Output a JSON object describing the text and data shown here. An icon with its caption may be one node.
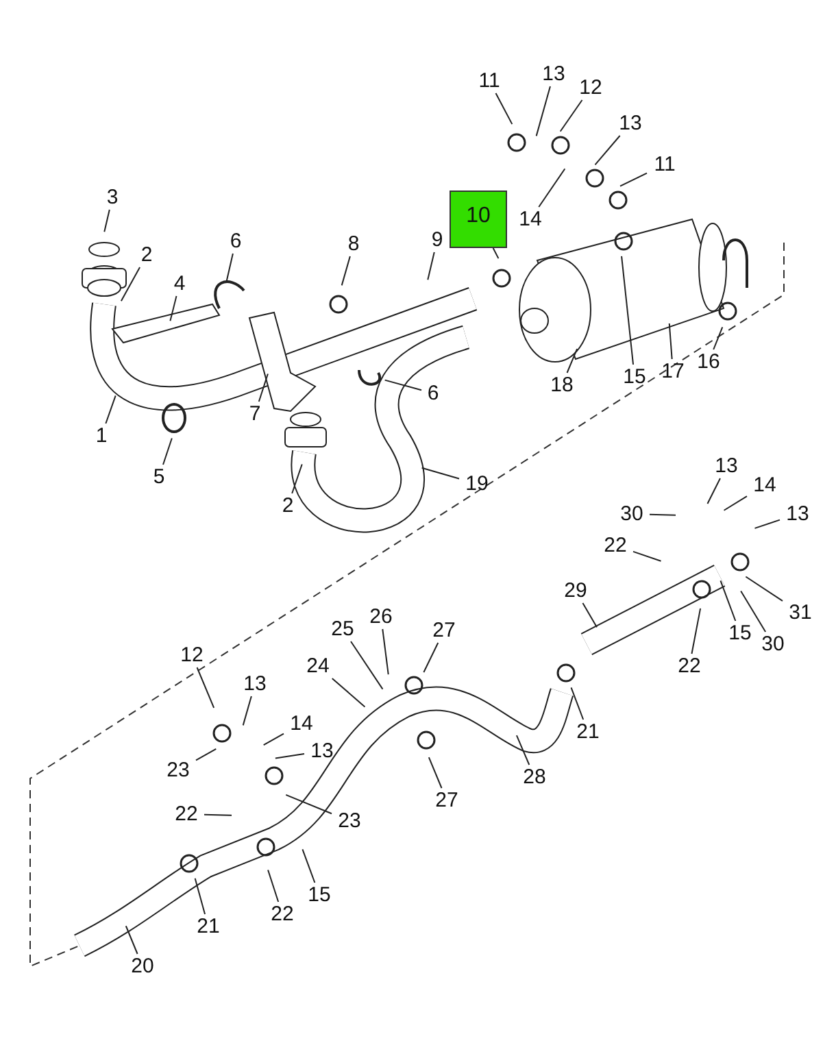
{
  "diagram": {
    "nodes": [
      {
        "text": [
          "11"
        ]
      },
      {
        "text": [
          "13"
        ]
      },
      {
        "text": [
          "12"
        ]
      },
      {
        "text": [
          "13"
        ]
      },
      {
        "text": [
          "11"
        ]
      },
      {
        "text": [
          "10"
        ]
      },
      {
        "text": [
          "14"
        ]
      },
      {
        "text": [
          "3"
        ]
      },
      {
        "text": [
          "9"
        ]
      },
      {
        "text": [
          "6"
        ]
      },
      {
        "text": [
          "8"
        ]
      },
      {
        "text": [
          "2"
        ]
      },
      {
        "text": [
          "4"
        ]
      },
      {
        "text": [
          "16"
        ]
      },
      {
        "text": [
          "17"
        ]
      },
      {
        "text": [
          "15"
        ]
      },
      {
        "text": [
          "18"
        ]
      },
      {
        "text": [
          "6"
        ]
      },
      {
        "text": [
          "7"
        ]
      },
      {
        "text": [
          "1"
        ]
      },
      {
        "text": [
          "5"
        ]
      },
      {
        "text": [
          "19"
        ]
      },
      {
        "text": [
          "2"
        ]
      },
      {
        "text": [
          "13"
        ]
      },
      {
        "text": [
          "14"
        ]
      },
      {
        "text": [
          "30"
        ]
      },
      {
        "text": [
          "13"
        ]
      },
      {
        "text": [
          "22"
        ]
      },
      {
        "text": [
          "29"
        ]
      },
      {
        "text": [
          "31"
        ]
      },
      {
        "text": [
          "15"
        ]
      },
      {
        "text": [
          "27"
        ]
      },
      {
        "text": [
          "26"
        ]
      },
      {
        "text": [
          "25"
        ]
      },
      {
        "text": [
          "30"
        ]
      },
      {
        "text": [
          "12"
        ]
      },
      {
        "text": [
          "22"
        ]
      },
      {
        "text": [
          "24"
        ]
      },
      {
        "text": [
          "13"
        ]
      },
      {
        "text": [
          "14"
        ]
      },
      {
        "text": [
          "21"
        ]
      },
      {
        "text": [
          "13"
        ]
      },
      {
        "text": [
          "23"
        ]
      },
      {
        "text": [
          "28"
        ]
      },
      {
        "text": [
          "27"
        ]
      },
      {
        "text": [
          "22"
        ]
      },
      {
        "text": [
          "23"
        ]
      },
      {
        "text": [
          "15"
        ]
      },
      {
        "text": [
          "22"
        ]
      },
      {
        "text": [
          "21"
        ]
      },
      {
        "text": [
          "20"
        ]
      }
    ],
    "edges": [
      {
        "from": 0,
        "to": null,
        "arrow": "none"
      },
      {
        "from": 1,
        "to": null,
        "arrow": "none"
      },
      {
        "from": 2,
        "to": null,
        "arrow": "none"
      },
      {
        "from": 3,
        "to": null,
        "arrow": "none"
      },
      {
        "from": 4,
        "to": null,
        "arrow": "none"
      },
      {
        "from": 5,
        "to": null,
        "arrow": "none"
      },
      {
        "from": 6,
        "to": null,
        "arrow": "none"
      },
      {
        "from": 7,
        "to": null,
        "arrow": "none"
      },
      {
        "from": 8,
        "to": null,
        "arrow": "none"
      },
      {
        "from": 9,
        "to": null,
        "arrow": "none"
      },
      {
        "from": 10,
        "to": null,
        "arrow": "none"
      },
      {
        "from": 11,
        "to": null,
        "arrow": "none"
      },
      {
        "from": 12,
        "to": null,
        "arrow": "none"
      },
      {
        "from": 13,
        "to": null,
        "arrow": "none"
      },
      {
        "from": 14,
        "to": null,
        "arrow": "none"
      },
      {
        "from": 15,
        "to": null,
        "arrow": "none"
      },
      {
        "from": 16,
        "to": null,
        "arrow": "none"
      },
      {
        "from": 17,
        "to": null,
        "arrow": "none"
      },
      {
        "from": 18,
        "to": null,
        "arrow": "none"
      },
      {
        "from": 19,
        "to": null,
        "arrow": "none"
      },
      {
        "from": 20,
        "to": null,
        "arrow": "none"
      },
      {
        "from": 21,
        "to": null,
        "arrow": "none"
      },
      {
        "from": 22,
        "to": null,
        "arrow": "none"
      },
      {
        "from": 23,
        "to": null,
        "arrow": "none"
      },
      {
        "from": 24,
        "to": null,
        "arrow": "none"
      },
      {
        "from": 25,
        "to": null,
        "arrow": "none"
      },
      {
        "from": 26,
        "to": null,
        "arrow": "none"
      },
      {
        "from": 27,
        "to": null,
        "arrow": "none"
      },
      {
        "from": 28,
        "to": null,
        "arrow": "none"
      },
      {
        "from": 29,
        "to": null,
        "arrow": "none"
      },
      {
        "from": 30,
        "to": null,
        "arrow": "none"
      },
      {
        "from": 31,
        "to": null,
        "arrow": "none"
      },
      {
        "from": 32,
        "to": null,
        "arrow": "none"
      },
      {
        "from": 33,
        "to": null,
        "arrow": "none"
      },
      {
        "from": 34,
        "to": null,
        "arrow": "none"
      },
      {
        "from": 35,
        "to": null,
        "arrow": "none"
      },
      {
        "from": 36,
        "to": null,
        "arrow": "none"
      },
      {
        "from": 37,
        "to": null,
        "arrow": "none"
      },
      {
        "from": 38,
        "to": null,
        "arrow": "none"
      },
      {
        "from": 39,
        "to": null,
        "arrow": "none"
      },
      {
        "from": 40,
        "to": null,
        "arrow": "none"
      },
      {
        "from": 41,
        "to": null,
        "arrow": "none"
      },
      {
        "from": 42,
        "to": null,
        "arrow": "none"
      },
      {
        "from": 43,
        "to": null,
        "arrow": "none"
      },
      {
        "from": 44,
        "to": null,
        "arrow": "none"
      },
      {
        "from": 45,
        "to": null,
        "arrow": "none"
      },
      {
        "from": 46,
        "to": null,
        "arrow": "none"
      },
      {
        "from": 47,
        "to": null,
        "arrow": "none"
      },
      {
        "from": 48,
        "to": null,
        "arrow": "none"
      },
      {
        "from": 49,
        "to": null,
        "arrow": "none"
      },
      {
        "from": 50,
        "to": null,
        "arrow": "none"
      }
    ]
  }
}
